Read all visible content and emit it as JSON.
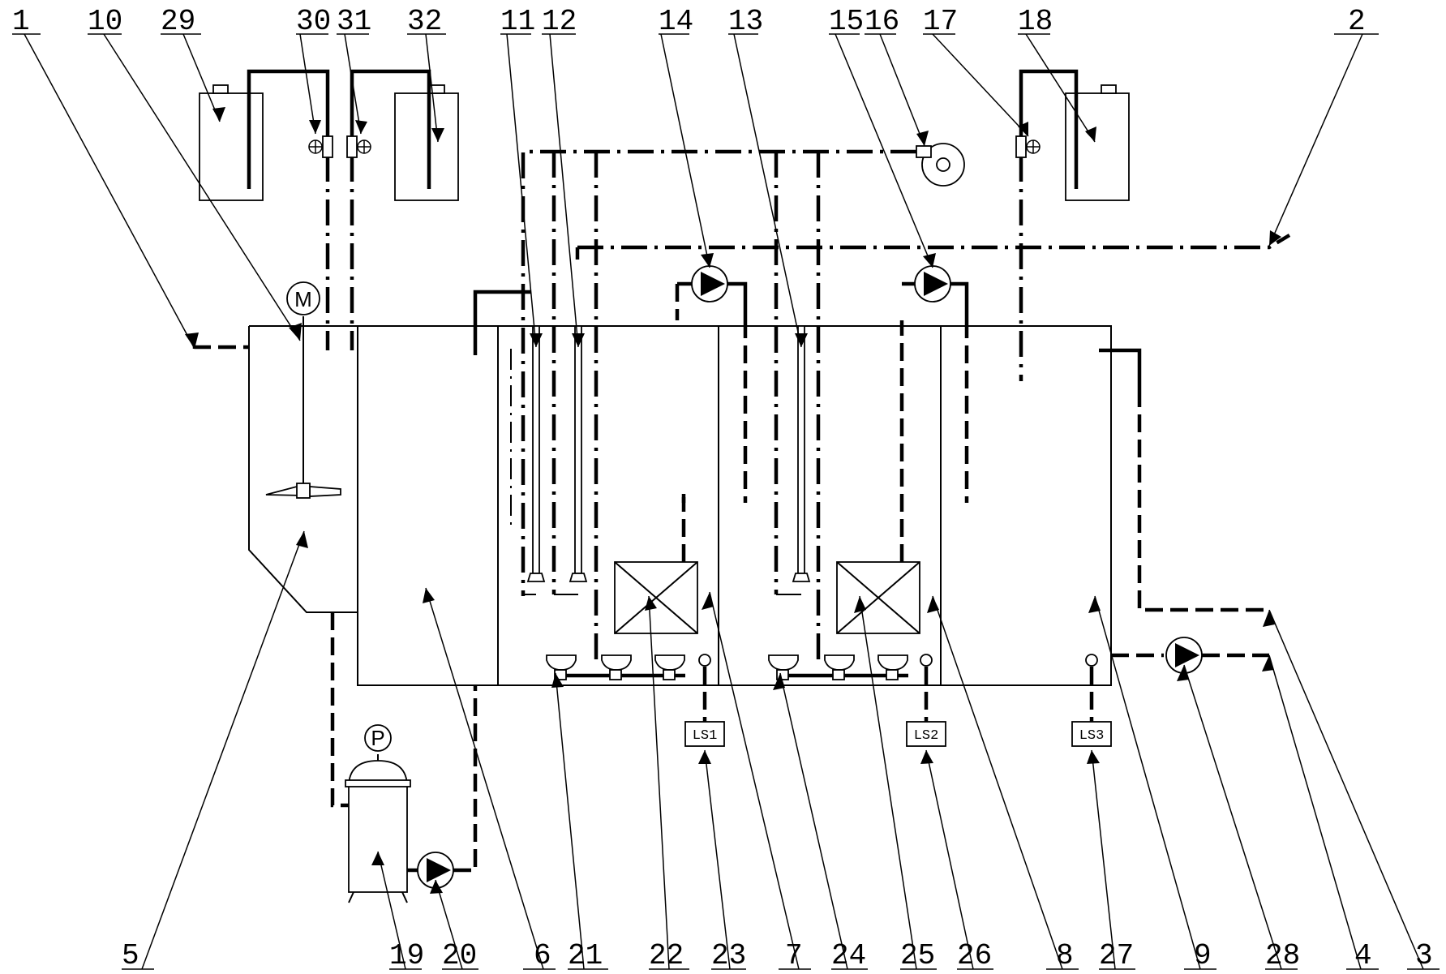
{
  "labels": {
    "top": [
      {
        "id": "1",
        "text": "1"
      },
      {
        "id": "10",
        "text": "10"
      },
      {
        "id": "29",
        "text": "29"
      },
      {
        "id": "30",
        "text": "30"
      },
      {
        "id": "31",
        "text": "31"
      },
      {
        "id": "32",
        "text": "32"
      },
      {
        "id": "11",
        "text": "11"
      },
      {
        "id": "12",
        "text": "12"
      },
      {
        "id": "14",
        "text": "14"
      },
      {
        "id": "13",
        "text": "13"
      },
      {
        "id": "15",
        "text": "15"
      },
      {
        "id": "16",
        "text": "16"
      },
      {
        "id": "17",
        "text": "17"
      },
      {
        "id": "18",
        "text": "18"
      },
      {
        "id": "2",
        "text": "2"
      }
    ],
    "bottom": [
      {
        "id": "5",
        "text": "5"
      },
      {
        "id": "19",
        "text": "19"
      },
      {
        "id": "20",
        "text": "20"
      },
      {
        "id": "6",
        "text": "6"
      },
      {
        "id": "21",
        "text": "21"
      },
      {
        "id": "22",
        "text": "22"
      },
      {
        "id": "23",
        "text": "23"
      },
      {
        "id": "7",
        "text": "7"
      },
      {
        "id": "24",
        "text": "24"
      },
      {
        "id": "25",
        "text": "25"
      },
      {
        "id": "26",
        "text": "26"
      },
      {
        "id": "8",
        "text": "8"
      },
      {
        "id": "27",
        "text": "27"
      },
      {
        "id": "9",
        "text": "9"
      },
      {
        "id": "28",
        "text": "28"
      },
      {
        "id": "4",
        "text": "4"
      },
      {
        "id": "3",
        "text": "3"
      }
    ]
  },
  "level_sensors": {
    "ls1": "LS1",
    "ls2": "LS2",
    "ls3": "LS3"
  },
  "symbols": {
    "motor": "M",
    "gauge": "P"
  }
}
